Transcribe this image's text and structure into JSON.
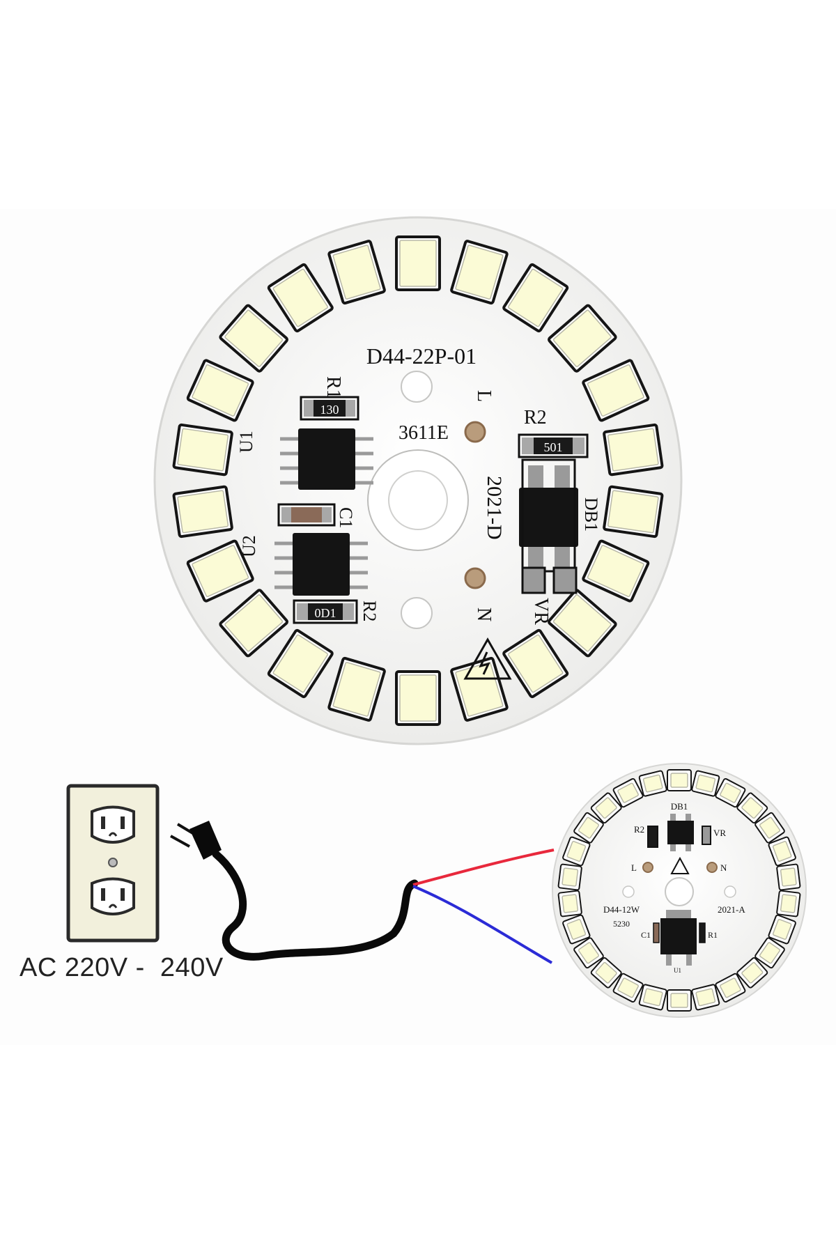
{
  "colors": {
    "board": "#f4f4f2",
    "board_edge": "#dcdcda",
    "led_face": "#fbfbd6",
    "chip": "#141414",
    "wire_live": "#e8283c",
    "wire_neutral": "#2b2bd6",
    "cord": "#0a0a0a",
    "outlet_frame": "#f2f0dc"
  },
  "main_board": {
    "model": "D44-22P-01",
    "code": "3611E",
    "date": "2021-D",
    "labels": {
      "r1": "R1",
      "r1_value": "130",
      "r2": "R2",
      "r2_value": "501",
      "r2_lower": "R2",
      "r2_lower_value": "0D1",
      "u1": "U1",
      "u2": "U2",
      "c1": "C1",
      "db1": "DB1",
      "vr": "VR",
      "live": "L",
      "neutral": "N"
    },
    "led_count": 22
  },
  "small_board": {
    "model": "D44-12W",
    "code": "5230",
    "date": "2021-A",
    "labels": {
      "db1": "DB1",
      "r2": "R2",
      "vr": "VR",
      "live": "L",
      "neutral": "N",
      "c1": "C1",
      "r1": "R1",
      "u1": "U1"
    }
  },
  "caption": {
    "text": "AC 220V -  240V"
  },
  "icons": [
    "outlet-icon",
    "plug-icon",
    "warning-triangle-icon"
  ]
}
